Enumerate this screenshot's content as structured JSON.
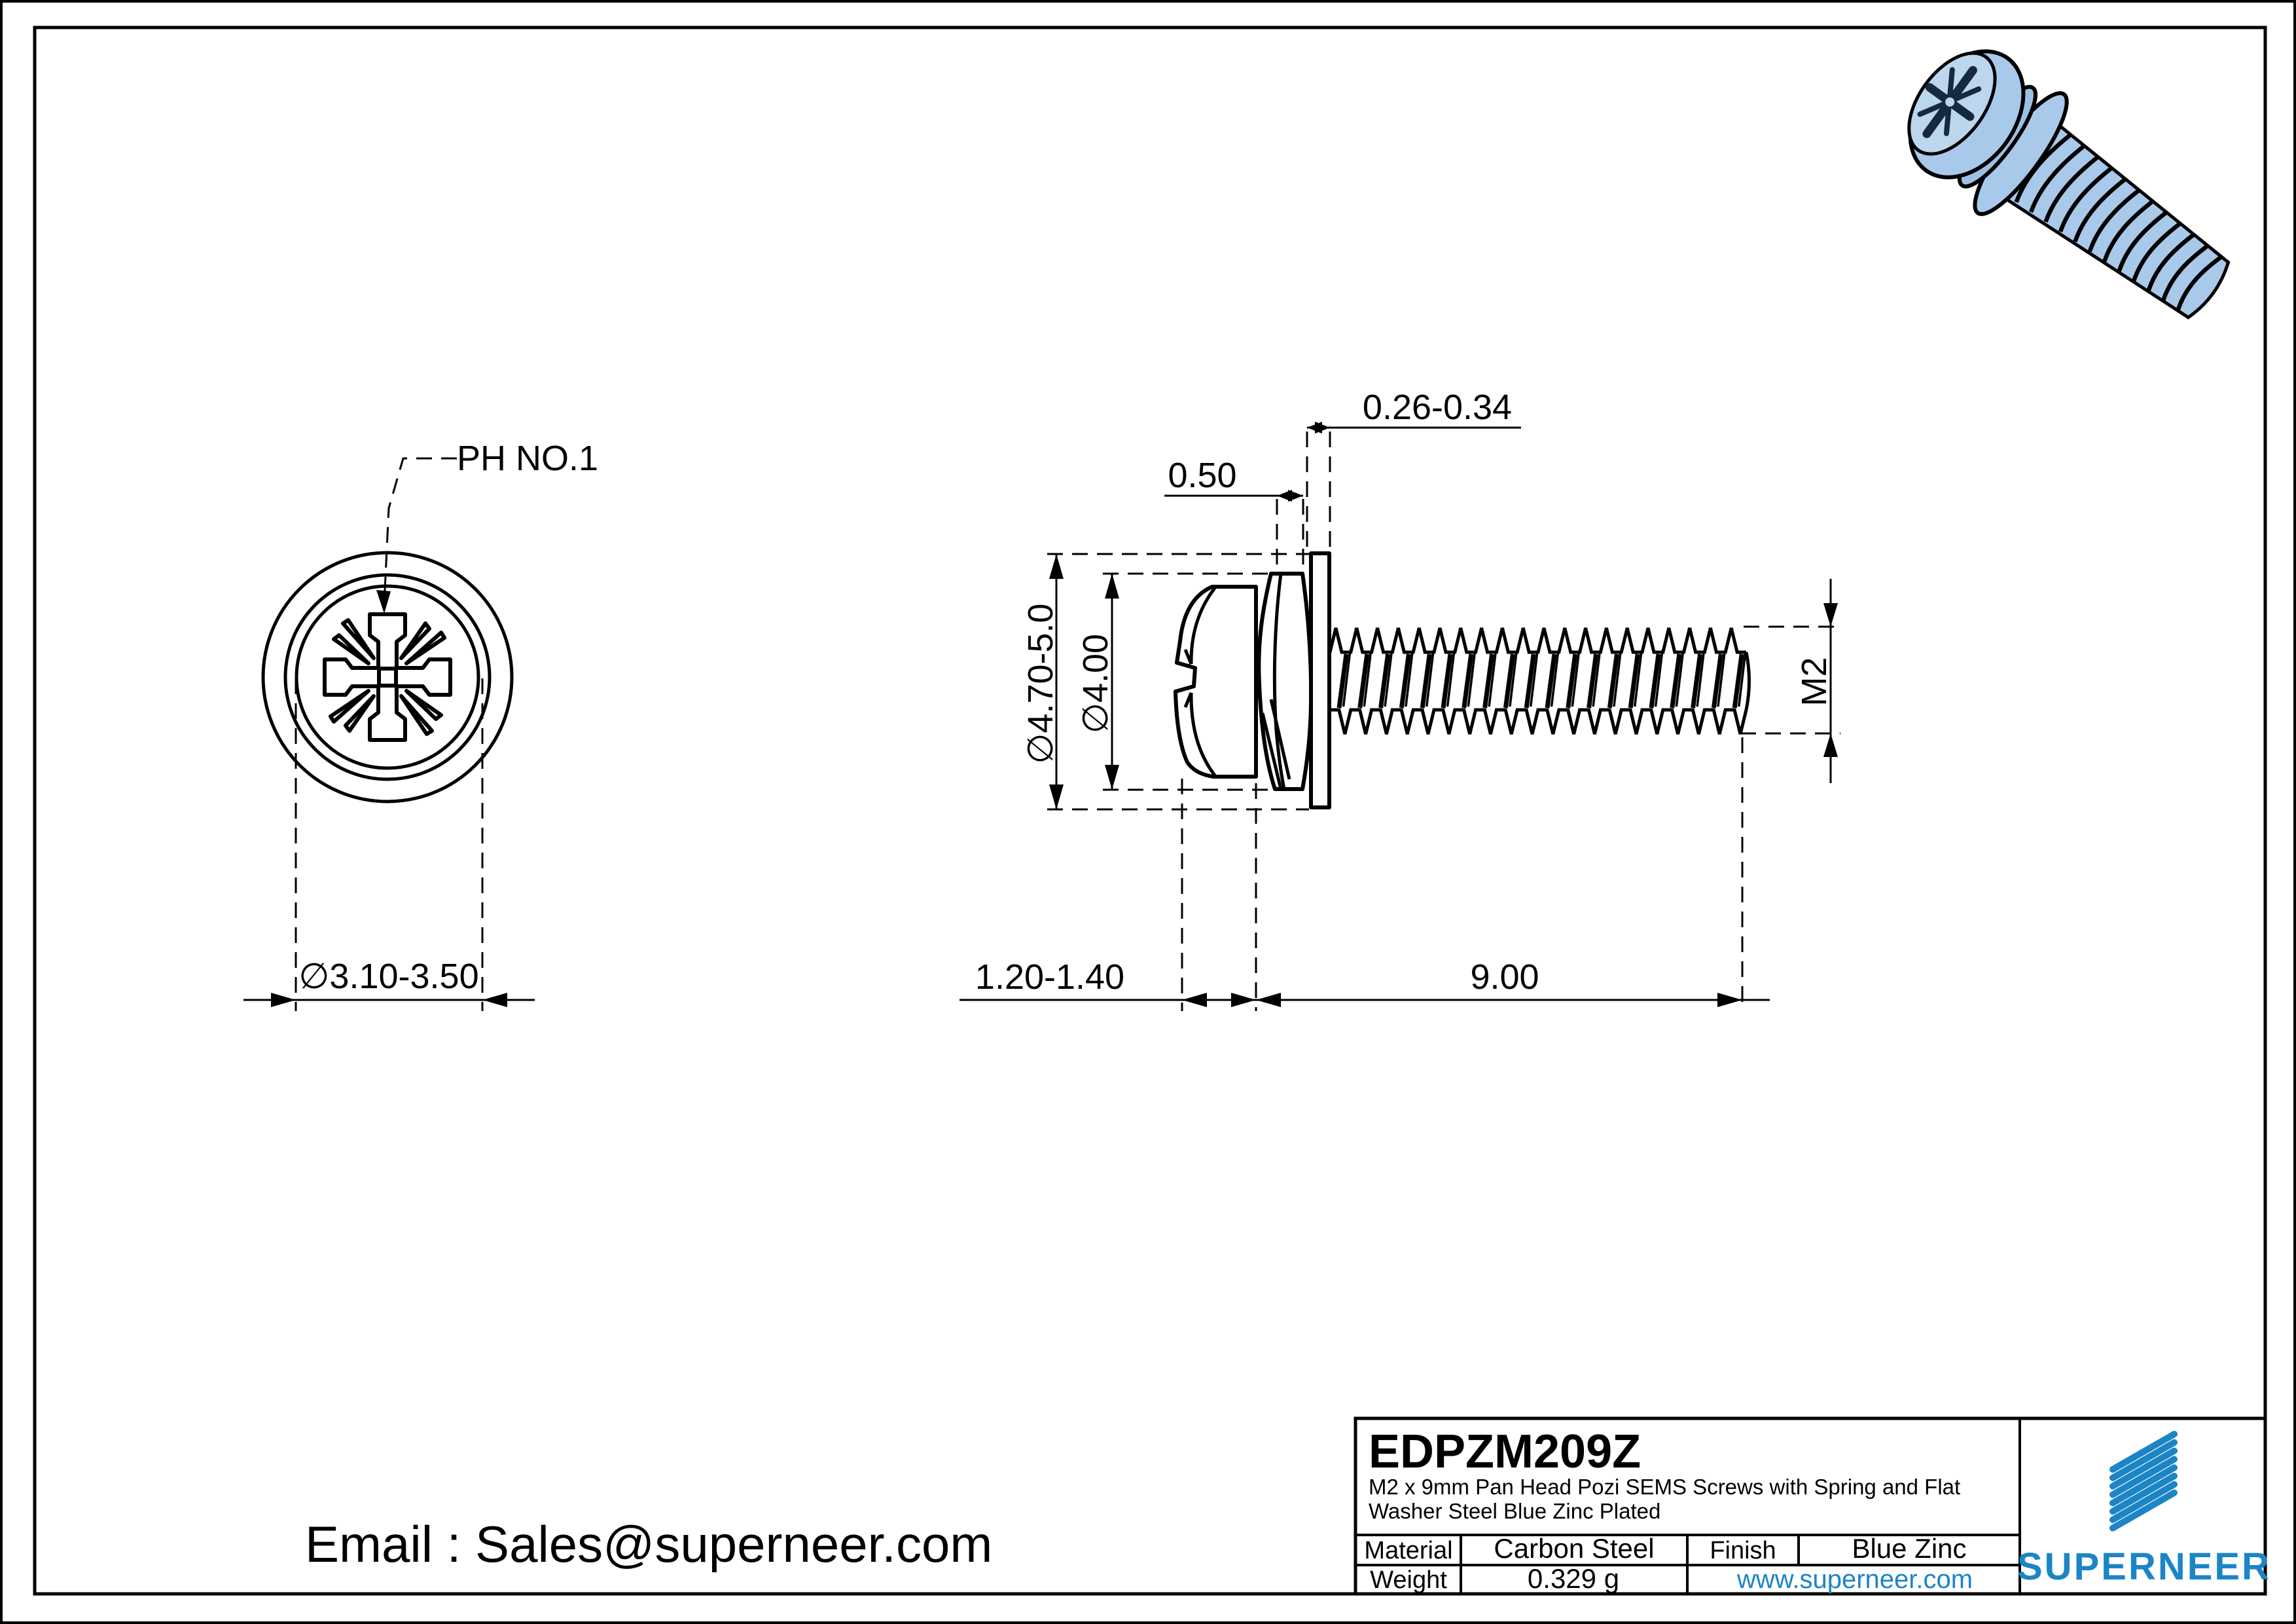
{
  "drawing": {
    "part_number": "EDPZM209Z",
    "description_line1": "M2 x 9mm Pan Head Pozi SEMS Screws with Spring and Flat",
    "description_line2": "Washer Steel Blue Zinc Plated",
    "dimensions": {
      "drive_label": "PH NO.1",
      "head_diameter": "∅3.10-3.50",
      "flat_washer_thickness": "0.26-0.34",
      "spring_washer_thickness": "0.50",
      "flat_washer_od": "∅4.70-5.0",
      "spring_washer_od": "∅4.00",
      "thread_size": "M2",
      "head_height": "1.20-1.40",
      "thread_length": "9.00"
    },
    "title_block": {
      "material_label": "Material",
      "material_value": "Carbon Steel",
      "finish_label": "Finish",
      "finish_value": "Blue Zinc",
      "weight_label": "Weight",
      "weight_value": "0.329 g",
      "website": "www.superneer.com",
      "brand": "SUPERNEER"
    },
    "email": "Email : Sales@superneer.com",
    "colors": {
      "brand_blue": "#1b85c6",
      "link_blue": "#1d86cf"
    }
  }
}
